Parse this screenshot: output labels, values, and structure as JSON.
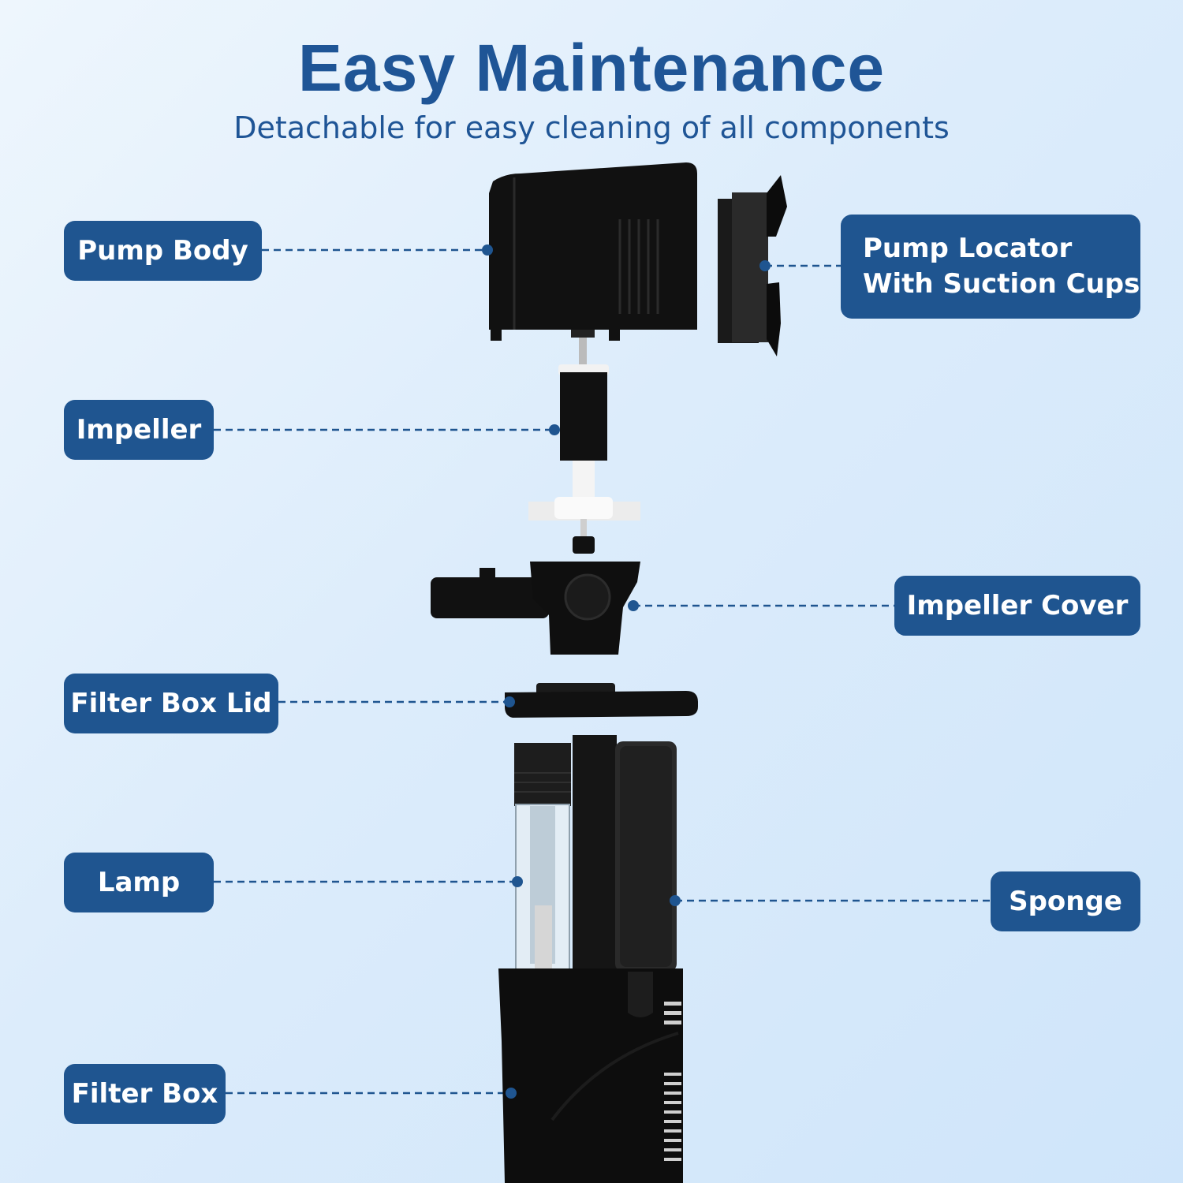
{
  "header": {
    "title": "Easy Maintenance",
    "subtitle": "Detachable for easy cleaning of all components"
  },
  "labels": {
    "pump_body": "Pump Body",
    "pump_locator_line1": "Pump Locator",
    "pump_locator_line2": "With Suction Cups",
    "impeller": "Impeller",
    "impeller_cover": "Impeller Cover",
    "filter_box_lid": "Filter Box Lid",
    "lamp": "Lamp",
    "sponge": "Sponge",
    "filter_box": "Filter Box"
  },
  "colors": {
    "accent": "#1f5590",
    "title": "#1f5596",
    "part": "#0d0d0d",
    "background": "#dcecfb"
  }
}
